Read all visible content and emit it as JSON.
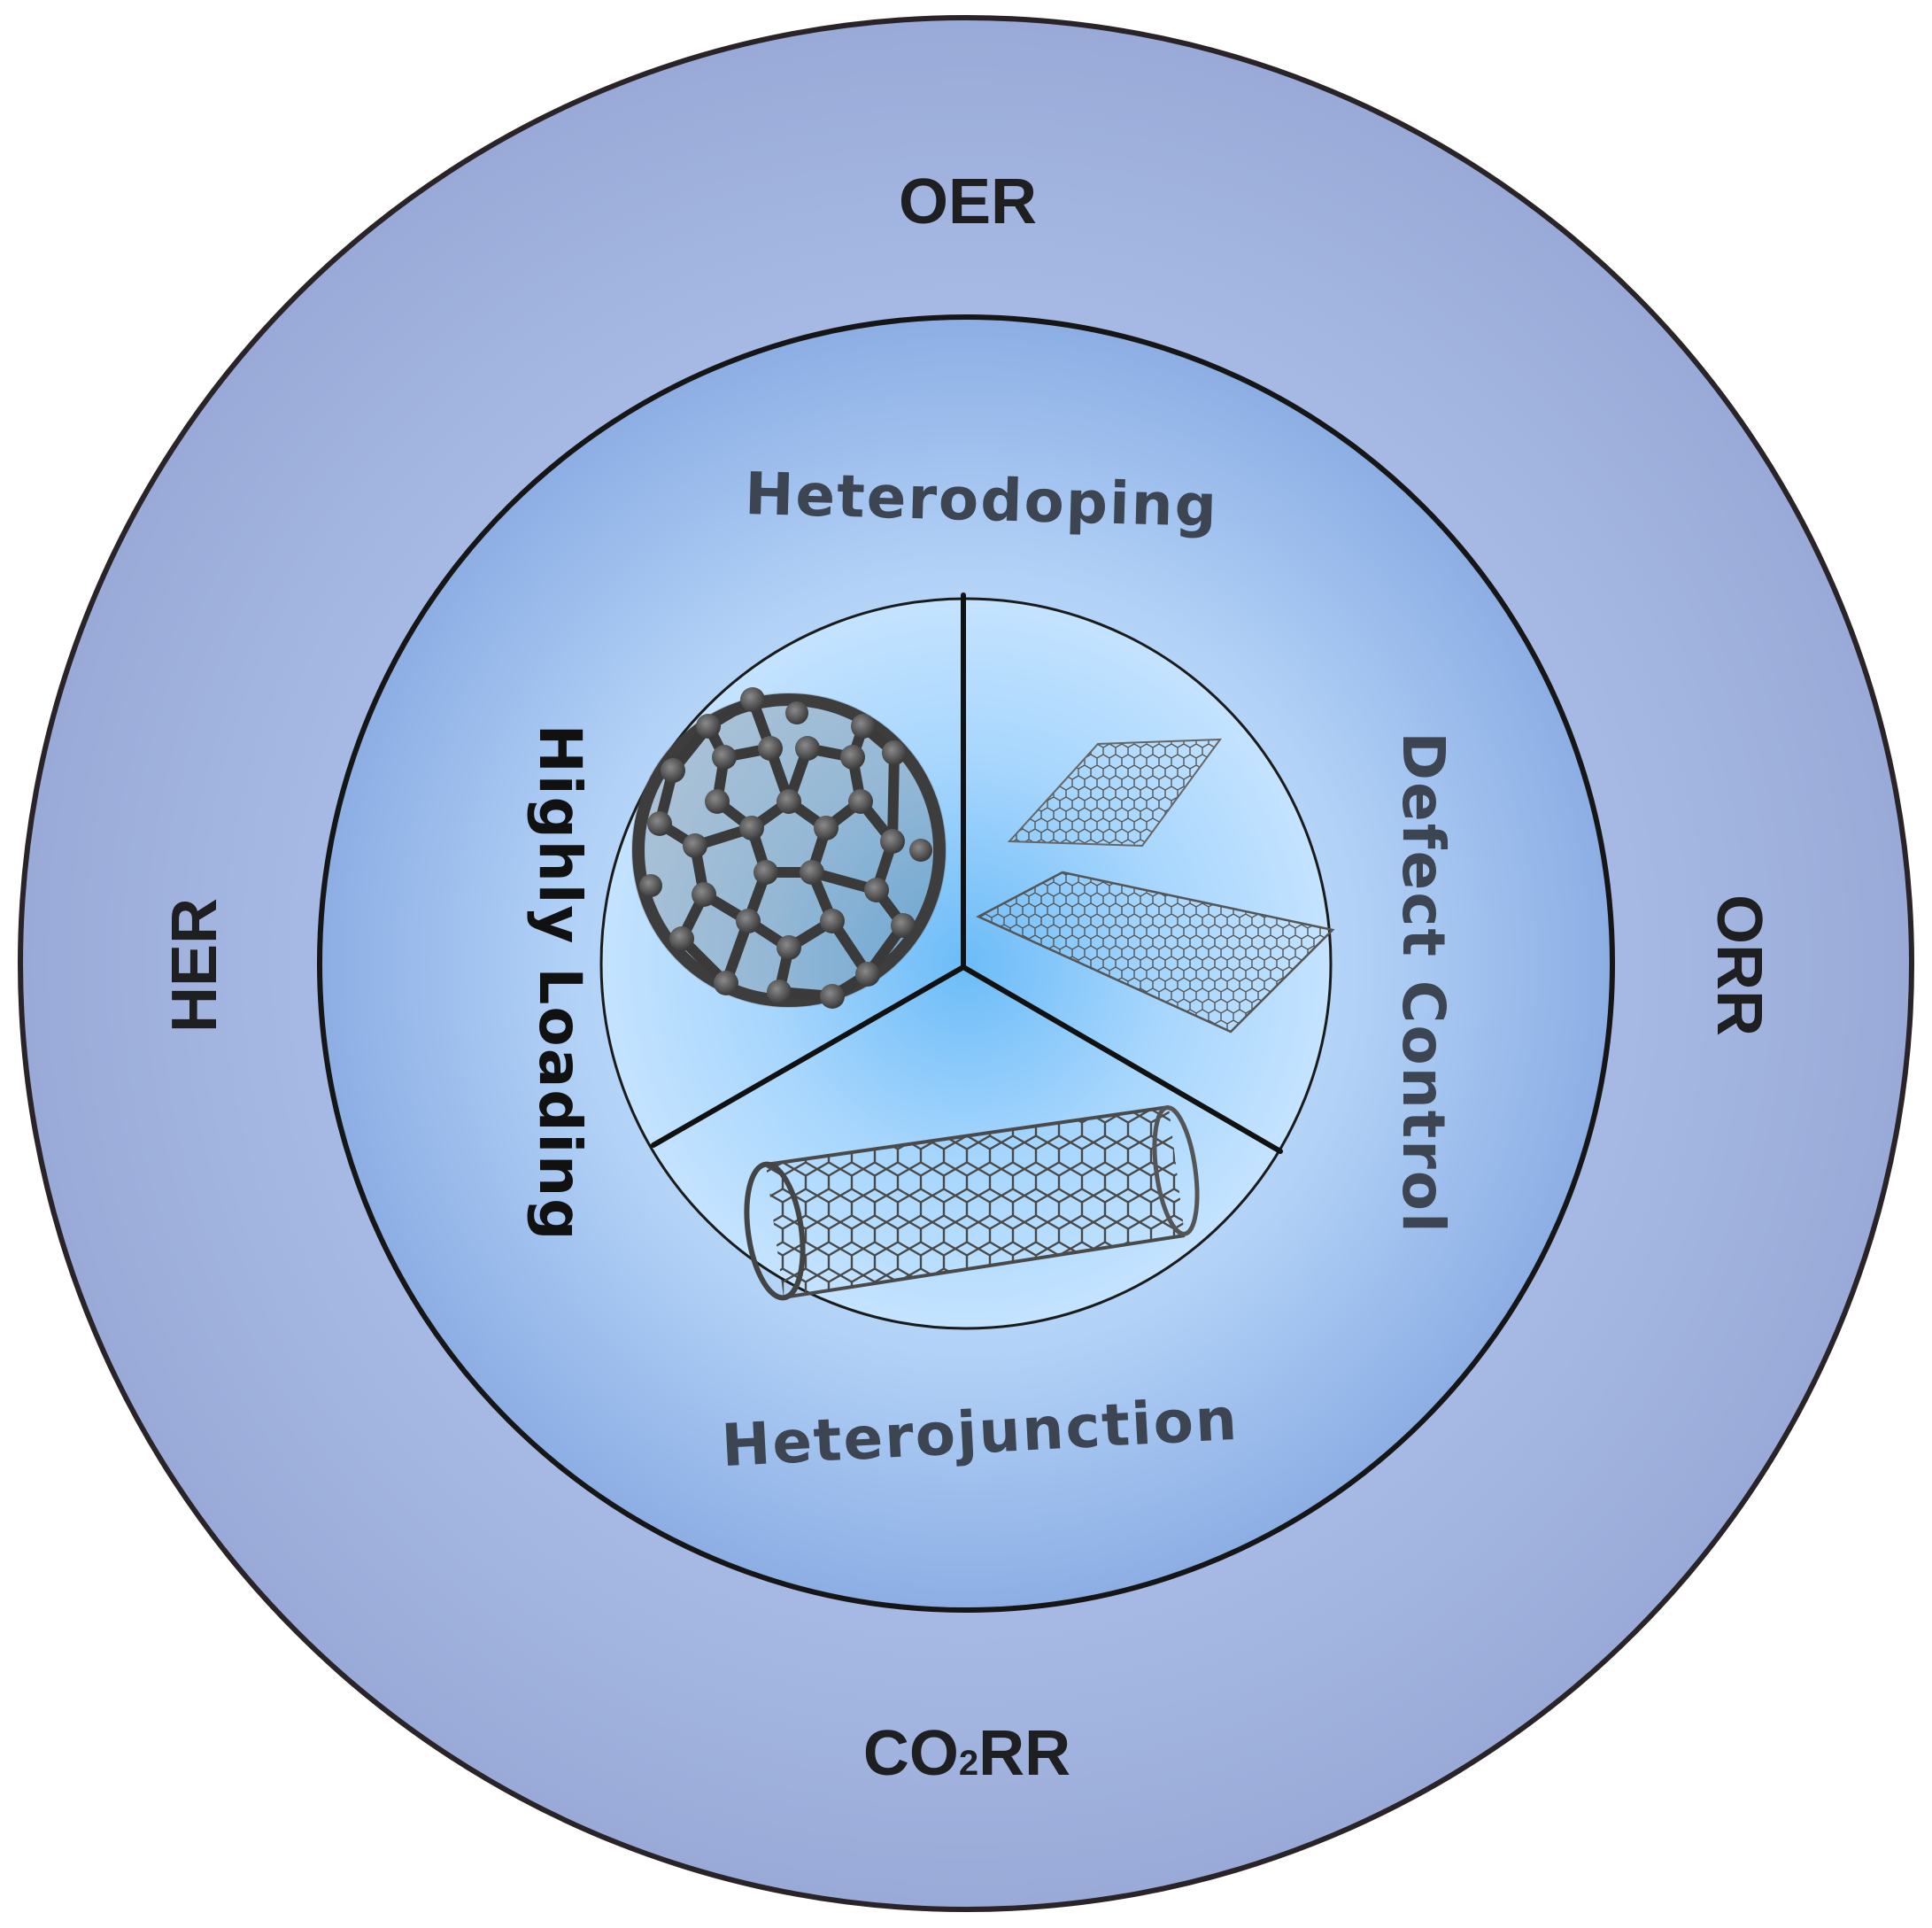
{
  "outer_ring": {
    "top": "OER",
    "right": "ORR",
    "left": "HER",
    "bottom_main": "CO",
    "bottom_sub": "2",
    "bottom_tail": "RR"
  },
  "middle_ring": {
    "top": "Heterodoping",
    "right": "Defect Control",
    "bottom": "Heterojunction",
    "left": "Highly Loading"
  },
  "core": {
    "sectors": [
      "fullerene",
      "graphene-sheets",
      "carbon-nanotube"
    ]
  },
  "colors": {
    "outer_ring": "#9fb0dc",
    "middle_ring": "#8fb2e6",
    "core_center": "#7dc6fb",
    "core_edge": "#bfe0ff",
    "stroke": "#222222",
    "heading_text": "#3d4452",
    "dark_text": "#111111"
  }
}
